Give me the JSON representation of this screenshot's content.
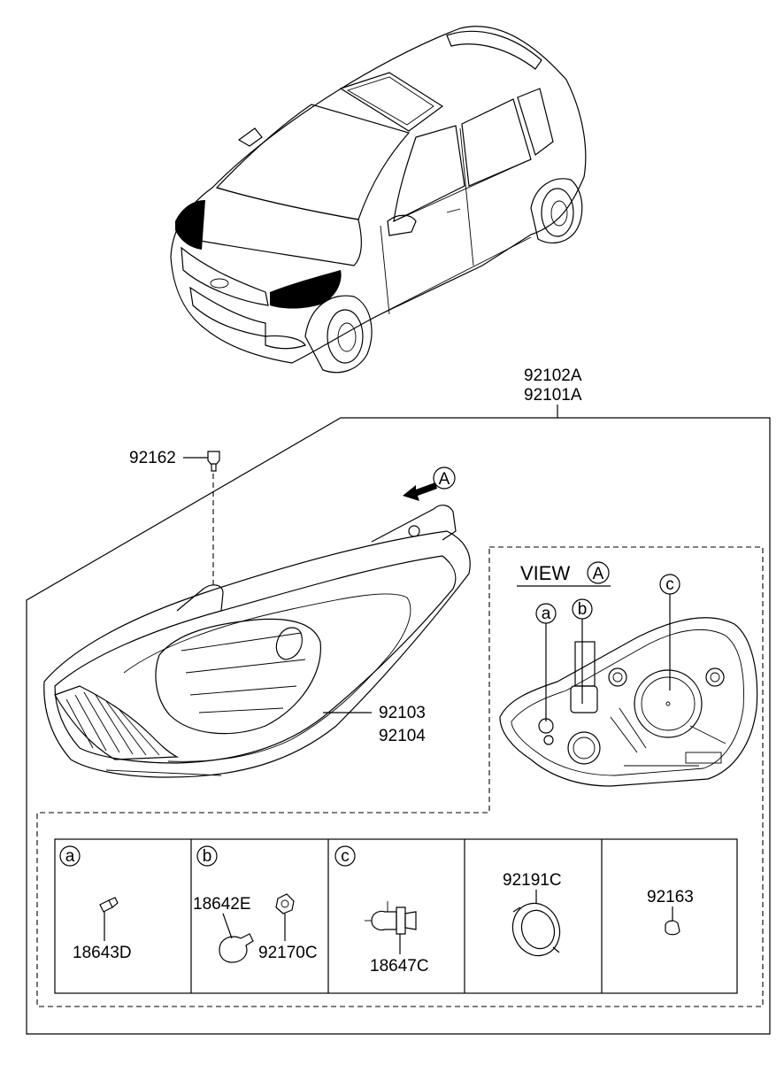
{
  "assembly": {
    "part_top": "92102A",
    "part_bottom": "92101A"
  },
  "headlamp": {
    "part_top": "92103",
    "part_bottom": "92104",
    "screw_part": "92162",
    "view_marker": "A"
  },
  "view": {
    "title": "VIEW",
    "marker": "A",
    "callouts": [
      "a",
      "b",
      "c"
    ]
  },
  "parts_table": {
    "cells": [
      {
        "key": "a",
        "parts": [
          "18643D"
        ]
      },
      {
        "key": "b",
        "parts": [
          "18642E",
          "92170C"
        ]
      },
      {
        "key": "c",
        "parts": [
          "18647C"
        ]
      },
      {
        "key": "",
        "parts": [
          "92191C"
        ]
      },
      {
        "key": "",
        "parts": [
          "92163"
        ]
      }
    ]
  }
}
